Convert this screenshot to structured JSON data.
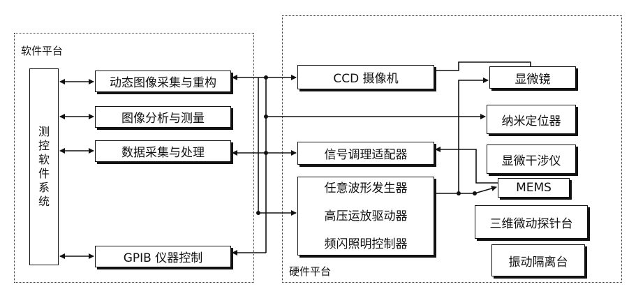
{
  "software_platform": {
    "label": "软件平台",
    "vertical_box": [
      "测",
      "控",
      "软",
      "件",
      "系",
      "统"
    ],
    "modules": [
      "动态图像采集与重构",
      "图像分析与测量",
      "数据采集与处理",
      "GPIB  仪器控制"
    ]
  },
  "hardware_platform": {
    "label": "硬件平台",
    "ccd": "CCD 摄像机",
    "signal": "信号调理适配器",
    "generators": [
      "任意波形发生器",
      "高压运放驱动器",
      "频闪照明控制器"
    ],
    "microscope": "显微镜",
    "positioner": "纳米定位器",
    "interferometer": "显微干涉仪",
    "mems": "MEMS",
    "probe_station": "三维微动探针台",
    "isolation": "振动隔离台"
  }
}
